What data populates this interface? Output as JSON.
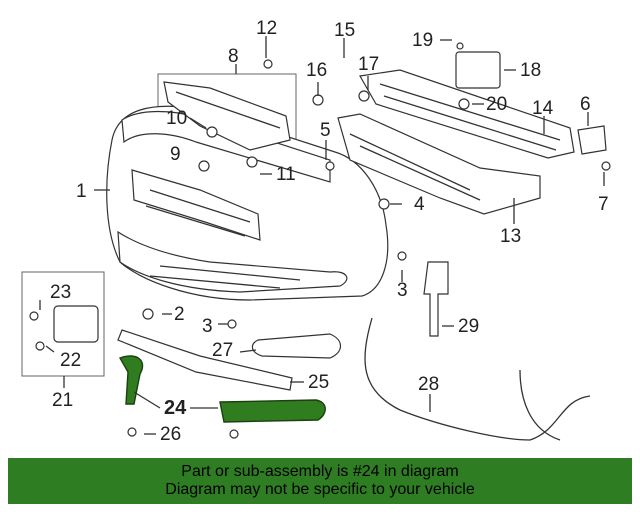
{
  "callouts": [
    "1",
    "2",
    "3",
    "4",
    "5",
    "6",
    "7",
    "8",
    "10",
    "11",
    "12",
    "13",
    "14",
    "15",
    "16",
    "17",
    "18",
    "19",
    "20",
    "21",
    "22",
    "23",
    "24",
    "25",
    "26",
    "27",
    "28",
    "29"
  ],
  "highlight_callout": "24",
  "banner": {
    "line1": "Part or sub-assembly is #24 in diagram",
    "line2": "Diagram may not be specific to your vehicle"
  },
  "colors": {
    "highlight_part": "#2f7d1f",
    "banner_bg": "#2e7d23",
    "line": "#333333"
  }
}
